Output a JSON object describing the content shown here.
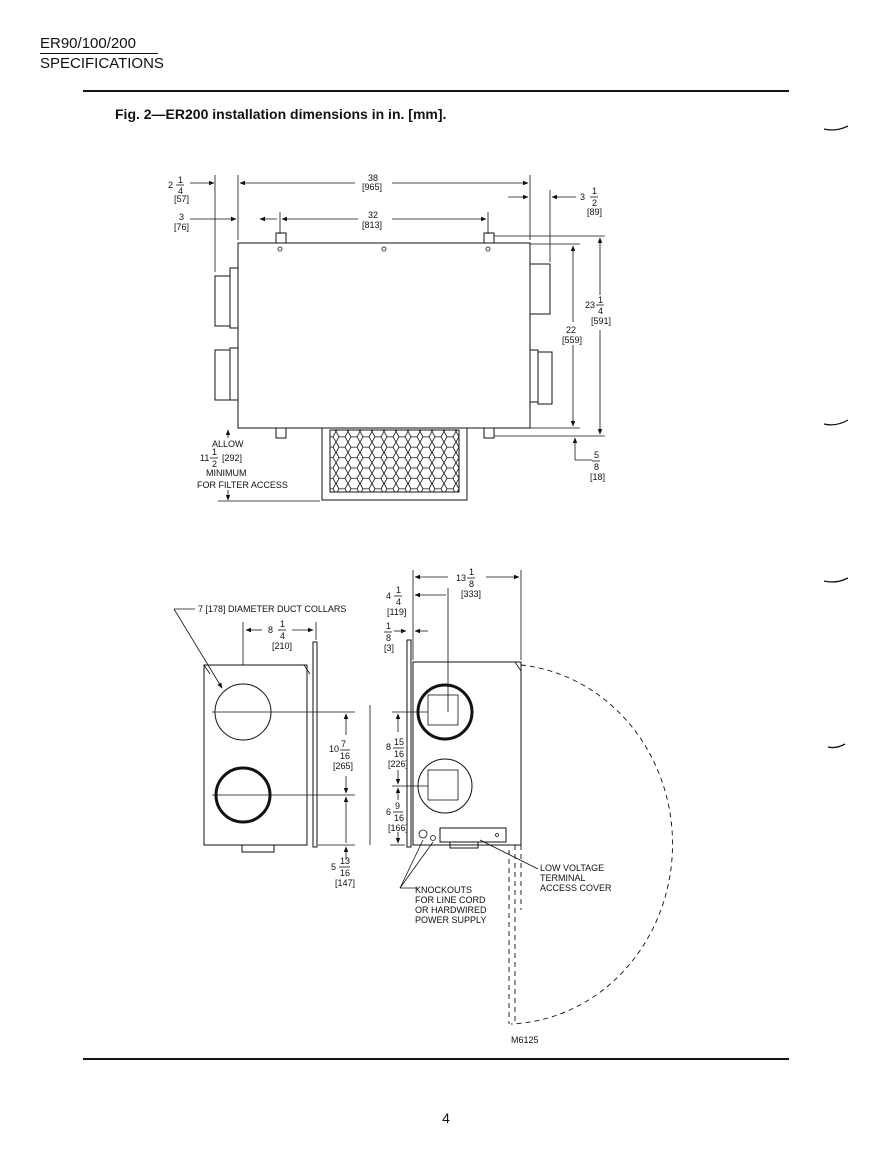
{
  "header": {
    "model": "ER90/100/200",
    "section": "SPECIFICATIONS"
  },
  "figure": {
    "title": "Fig. 2—ER200 installation dimensions in in. [mm].",
    "code": "M6125"
  },
  "top_view": {
    "dim_2_1_4": {
      "whole": "2",
      "num": "1",
      "den": "4",
      "mm": "[57]"
    },
    "dim_38": {
      "value": "38",
      "mm": "[965]"
    },
    "dim_3_1_2": {
      "whole": "3",
      "num": "1",
      "den": "2",
      "mm": "[89]"
    },
    "dim_3": {
      "value": "3",
      "mm": "[76]"
    },
    "dim_32": {
      "value": "32",
      "mm": "[813]"
    },
    "dim_23_1_4": {
      "whole": "23",
      "num": "1",
      "den": "4",
      "mm": "[591]"
    },
    "dim_22": {
      "value": "22",
      "mm": "[559]"
    },
    "dim_5_8": {
      "num": "5",
      "den": "8",
      "mm": "[18]"
    },
    "allow": {
      "line1": "ALLOW",
      "whole": "11",
      "num": "1",
      "den": "2",
      "mm": "[292]",
      "line3": "MINIMUM",
      "line4": "FOR FILTER ACCESS"
    }
  },
  "side_views": {
    "duct_collars": "7 [178] DIAMETER DUCT COLLARS",
    "dim_8_1_4": {
      "whole": "8",
      "num": "1",
      "den": "4",
      "mm": "[210]"
    },
    "dim_10_7_16": {
      "whole": "10",
      "num": "7",
      "den": "16",
      "mm": "[265]"
    },
    "dim_5_13_16": {
      "whole": "5",
      "num": "13",
      "den": "16",
      "mm": "[147]"
    },
    "dim_13_1_8": {
      "whole": "13",
      "num": "1",
      "den": "8",
      "mm": "[333]"
    },
    "dim_4_1_4": {
      "whole": "4",
      "num": "1",
      "den": "4",
      "mm": "[119]"
    },
    "dim_1_8": {
      "num": "1",
      "den": "8",
      "mm": "[3]"
    },
    "dim_8_15_16": {
      "whole": "8",
      "num": "15",
      "den": "16",
      "mm": "[226]"
    },
    "dim_6_9_16": {
      "whole": "6",
      "num": "9",
      "den": "16",
      "mm": "[166]"
    },
    "low_voltage": [
      "LOW VOLTAGE",
      "TERMINAL",
      "ACCESS COVER"
    ],
    "knockouts": [
      "KNOCKOUTS",
      "FOR LINE CORD",
      "OR HARDWIRED",
      "POWER SUPPLY"
    ]
  },
  "page": {
    "number": "4"
  }
}
